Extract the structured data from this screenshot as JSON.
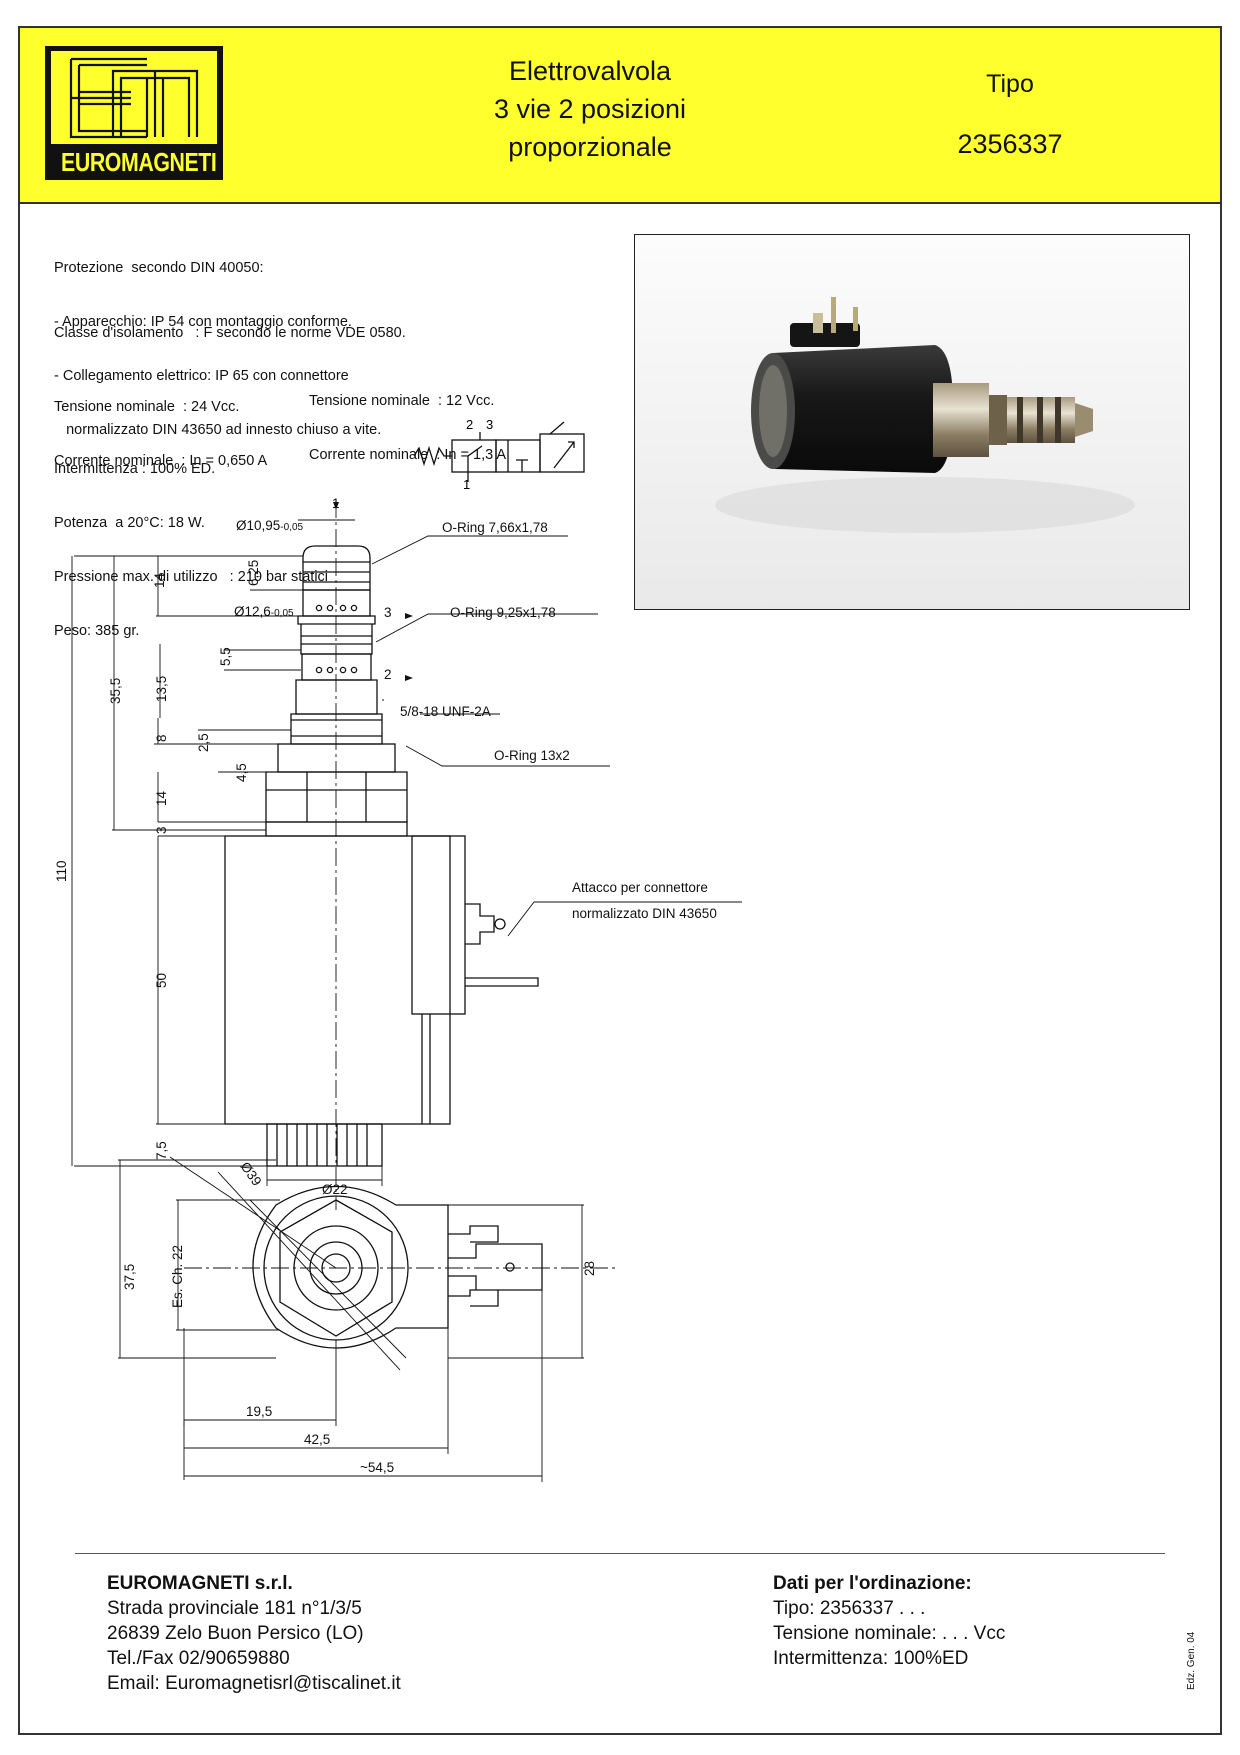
{
  "header": {
    "logo_text": "EUROMAGNETI",
    "title_lines": [
      "Elettrovalvola",
      "3 vie 2 posizioni",
      "proporzionale"
    ],
    "tipo_label": "Tipo",
    "tipo_code": "2356337"
  },
  "specs": {
    "protection": [
      "Protezione  secondo DIN 40050:",
      "- Apparecchio: IP 54 con montaggio conforme.",
      "- Collegamento elettrico: IP 65 con connettore",
      "   normalizzato DIN 43650 ad innesto chiuso a vite."
    ],
    "insulation": "Classe d'isolamento   : F secondo le norme VDE 0580.",
    "voltage_a": [
      "Tensione nominale  : 24 Vcc.",
      "Corrente nominale  : In = 0,650 A"
    ],
    "voltage_b": [
      "Tensione nominale  : 12 Vcc.",
      "Corrente nominale  : In = 1,3 A"
    ],
    "other": [
      "Intermittenza : 100% ED.",
      "Potenza  a 20°C: 18 W.",
      "Pressione max. di utilizzo   : 210 bar statici",
      "Peso: 385 gr."
    ]
  },
  "symbol": {
    "port_2": "2",
    "port_3": "3",
    "port_1": "1"
  },
  "drawing": {
    "port_1": "1",
    "dia_1095": "Ø10,95",
    "dia_1095_tol": "-0,05",
    "oring_766": "O-Ring 7,66x1,78",
    "dim_625": "6,25",
    "dim_14a": "14",
    "dia_126": "Ø12,6",
    "dia_126_tol": "-0,05",
    "port_3": "3",
    "oring_925": "O-Ring 9,25x1,78",
    "dim_355": "35,5",
    "dim_55": "5,5",
    "dim_135": "13,5",
    "port_2": "2",
    "thread": "5/8-18 UNF-2A",
    "dim_8": "8",
    "dim_25": "2,5",
    "oring_13": "O-Ring 13x2",
    "dim_45": "4,5",
    "dim_14b": "14",
    "dim_3": "3",
    "dim_110": "110",
    "connector_1": "Attacco per connettore",
    "connector_2": "normalizzato DIN 43650",
    "dim_50": "50",
    "dim_75": "7,5",
    "dia_22": "Ø22",
    "dia_39": "Ø39",
    "dim_375": "37,5",
    "es_ch": "Es. Ch. 22",
    "dim_28": "28",
    "dim_195": "19,5",
    "dim_425": "42,5",
    "dim_545": "~54,5"
  },
  "footer": {
    "company": "EUROMAGNETI s.r.l.",
    "address": [
      "Strada provinciale 181 n°1/3/5",
      "26839 Zelo Buon Persico (LO)",
      "Tel./Fax 02/90659880",
      "Email: Euromagnetisrl@tiscalinet.it"
    ],
    "order_title": "Dati per l'ordinazione:",
    "order_lines": [
      "Tipo: 2356337 . . .",
      "Tensione nominale: . . . Vcc",
      "Intermittenza: 100%ED"
    ],
    "edition": "Edz. Gen. 04"
  },
  "colors": {
    "header_bg": "#ffff2e",
    "logo_bg": "#111111"
  }
}
